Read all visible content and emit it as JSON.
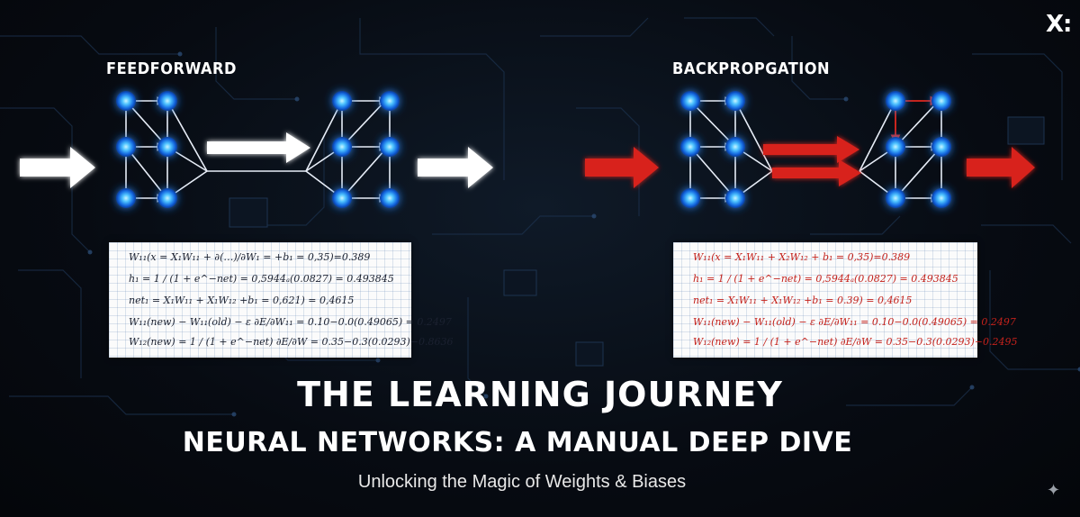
{
  "brand": "X:",
  "feedforward": {
    "label": "FEEDFORWARD",
    "arrow_color": "#ffffff",
    "node_color": "#1e90ff",
    "equations": [
      "W₁₁(x = X₁W₁₁ + ∂(…)/∂W₁ = +b₁ = 0,35)=0.389",
      "h₁ =   1 / (1 + e^−net)   = 0,5944ₐ(0.0827) = 0.493845",
      "net₁ = X₁W₁₁ + X₁W₁₂  +b₁ = 0,621) = 0,4615",
      "W₁₁(new) − W₁₁(old) − ε ∂E/∂W₁₁ = 0.10−0.0(0.49065) = 0.2497",
      "W₁₂(new) =  1 / (1 + e^−net)  ∂E/∂W = 0.35−0.3(0.0293)−0.8636"
    ]
  },
  "backpropagation": {
    "label": "BACKPROPGATION",
    "arrow_color": "#d8231c",
    "node_color": "#1e90ff",
    "equations": [
      "W₁₁(x = X₁W₁₁ + X₂W₁₂ + b₁ = 0,35)=0.389",
      "h₁ =   1 / (1 + e^−net)   = 0,5944ₐ(0.0827) = 0.493845",
      "net₁ = X₁W₁₁ + X₁W₁₂  +b₁ = 0.39) = 0,4615",
      "W₁₁(new) − W₁₁(old) − ε ∂E/∂W₁₁ = 0.10−0.0(0.49065) = 0.2497",
      "W₁₂(new) =  1 / (1 + e^−net)  ∂E/∂W = 0.35−0.3(0.0293)−0.2495"
    ]
  },
  "title": {
    "main": "THE LEARNING JOURNEY",
    "sub": "NEURAL NETWORKS: A MANUAL DEEP DIVE",
    "tagline": "Unlocking the Magic of Weights & Biases"
  },
  "sparkle_icon": "sparkle-icon"
}
